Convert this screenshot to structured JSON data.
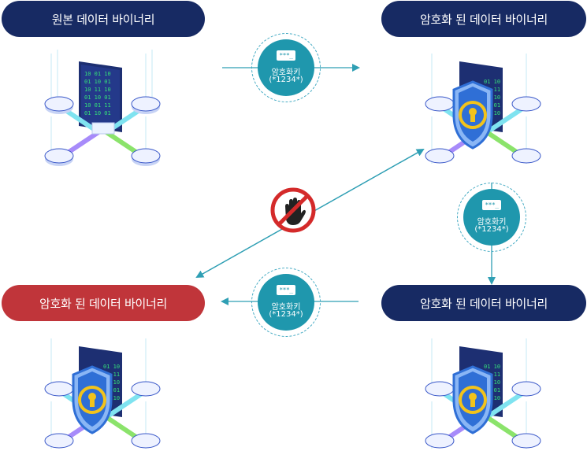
{
  "nodes": {
    "source": "원본 데이터 바이너리",
    "encrypted_top": "암호화 된 데이터 바이너리",
    "encrypted_mid": "암호화 된 데이터 바이너리",
    "encrypted_bottom_left": "암호화 된 데이터 바이너리"
  },
  "key_badges": [
    {
      "password": "***_",
      "label": "암호화키",
      "value": "(*1234*)"
    },
    {
      "password": "***_",
      "label": "암호화키",
      "value": "(*1234*)"
    },
    {
      "password": "***_",
      "label": "암호화키",
      "value": "(*1234*)"
    }
  ],
  "colors": {
    "navy": "#172a63",
    "red": "#c0353a",
    "teal": "#1f97ad",
    "arrow": "#2f9fb4",
    "shield": "#2f6fd6",
    "lock_gold": "#f2c31b",
    "binary_green": "#35e07a"
  },
  "icons": {
    "forbidden": "stop-hand-icon",
    "shield": "shield-lock-icon"
  }
}
